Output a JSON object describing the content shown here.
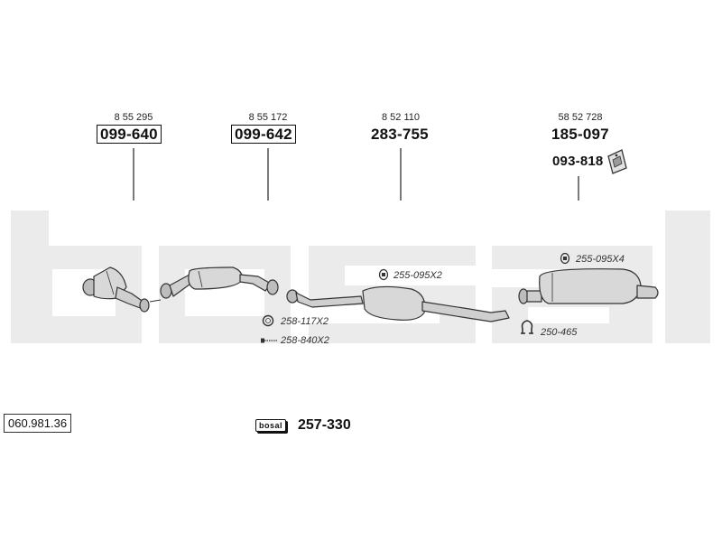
{
  "diagram_code": "060.981.36",
  "kit": {
    "badge": "bosal",
    "number": "257-330"
  },
  "parts": [
    {
      "oe_ref": "8 55 295",
      "part_no": "099-640"
    },
    {
      "oe_ref": "8 55 172",
      "part_no": "099-642"
    },
    {
      "oe_ref": "8 52 110",
      "part_no": "283-755"
    },
    {
      "oe_ref": "58 52 728",
      "part_no": "185-097",
      "mount_no": "093-818"
    }
  ],
  "accessories": [
    {
      "code": "258-117X2",
      "icon": "gasket-ring-icon"
    },
    {
      "code": "258-840X2",
      "icon": "bolt-icon"
    },
    {
      "code": "255-095X2",
      "icon": "clamp-icon"
    },
    {
      "code": "255-095X4",
      "icon": "clamp-icon"
    },
    {
      "code": "250-465",
      "icon": "rubber-hanger-icon"
    }
  ]
}
